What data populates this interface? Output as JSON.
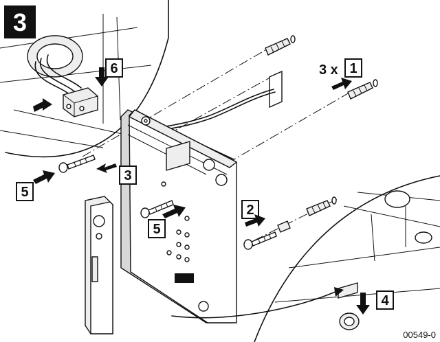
{
  "figure_number": "3",
  "quantity_label": "3 x",
  "steps": {
    "s1": "1",
    "s2": "2",
    "s3": "3",
    "s4": "4",
    "s5a": "5",
    "s5b": "5",
    "s6": "6"
  },
  "reference_code": "00549-0",
  "colors": {
    "line": "#111111",
    "background": "#ffffff",
    "shade": "#d8d8d8"
  }
}
